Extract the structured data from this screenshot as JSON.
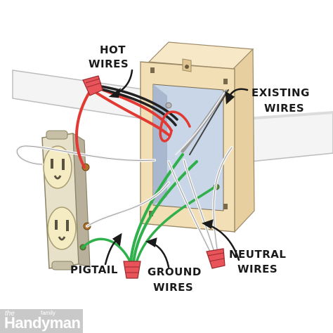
{
  "labels": {
    "hot_line1": "HOT",
    "hot_line2": "WIRES",
    "existing_line1": "EXISTING",
    "existing_line2": "WIRES",
    "neutral_line1": "NEUTRAL",
    "neutral_line2": "WIRES",
    "ground_line1": "GROUND",
    "ground_line2": "WIRES",
    "pigtail": "PIGTAIL"
  },
  "brand": {
    "prefix": "the",
    "name": "Handyman",
    "suffix": "family"
  },
  "colors": {
    "hot_wire": "#e23a32",
    "black_wire": "#222222",
    "neutral_wire": "#f4f4f4",
    "ground_wire": "#2fb04a",
    "connector": "#e8545a",
    "box": "#f0dcb5",
    "stud": "#f2f2f2",
    "outlet_cover": "#eee3c4",
    "outlet_body": "#f2e6b4"
  }
}
